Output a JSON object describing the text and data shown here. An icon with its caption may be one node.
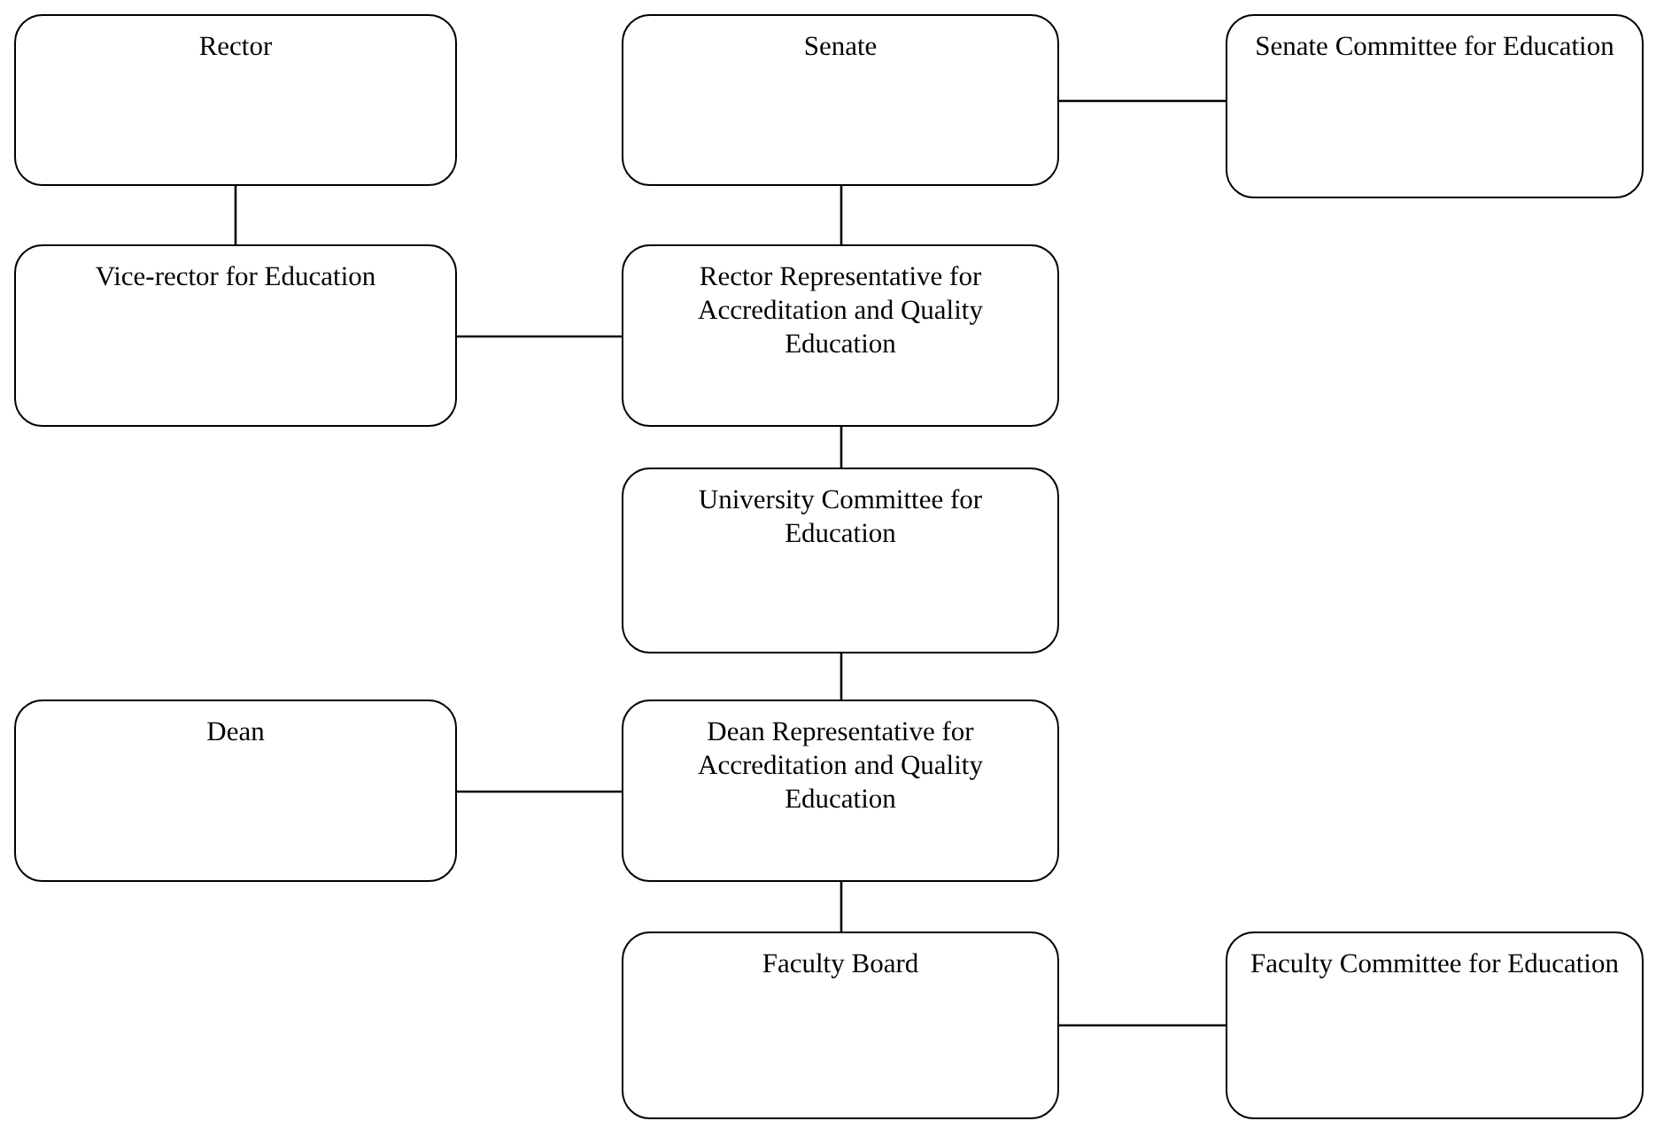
{
  "diagram": {
    "nodes": [
      {
        "text": [
          "Rector"
        ]
      },
      {
        "text": [
          "Senate"
        ]
      },
      {
        "text": [
          "Senate Committee for Education"
        ]
      },
      {
        "text": [
          "Vice-rector for Education"
        ]
      },
      {
        "text": [
          "Rector Representative for Accreditation and Quality Education"
        ]
      },
      {
        "text": [
          "University Committee for Education"
        ]
      },
      {
        "text": [
          "Dean"
        ]
      },
      {
        "text": [
          "Dean Representative for Accreditation and Quality Education"
        ]
      },
      {
        "text": [
          "Faculty Board"
        ]
      },
      {
        "text": [
          "Faculty Committee for Education"
        ]
      }
    ],
    "edges": [
      {
        "from": 0,
        "to": 3,
        "arrow": "none"
      },
      {
        "from": 1,
        "to": 2,
        "arrow": "none"
      },
      {
        "from": 1,
        "to": 4,
        "arrow": "none"
      },
      {
        "from": 3,
        "to": 4,
        "arrow": "none"
      },
      {
        "from": 4,
        "to": 5,
        "arrow": "none"
      },
      {
        "from": 5,
        "to": 7,
        "arrow": "none"
      },
      {
        "from": 6,
        "to": 7,
        "arrow": "none"
      },
      {
        "from": 7,
        "to": 8,
        "arrow": "none"
      },
      {
        "from": 8,
        "to": 9,
        "arrow": "none"
      }
    ]
  }
}
